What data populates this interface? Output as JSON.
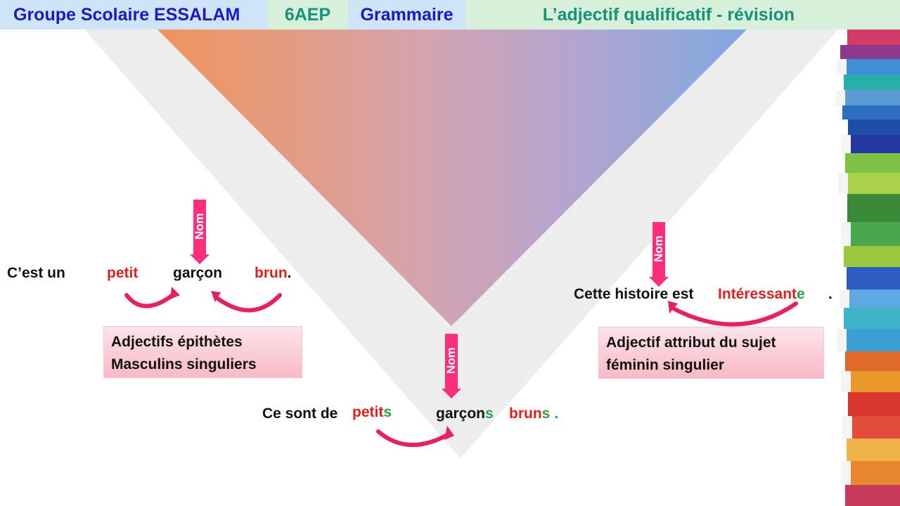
{
  "header": {
    "school": "Groupe Scolaire ESSALAM",
    "level": "6AEP",
    "subject": "Grammaire",
    "topic": "L’adjectif qualificatif - révision"
  },
  "nom_label": "Nom",
  "example1": {
    "intro": "C’est un",
    "adj1": "petit",
    "noun": "garçon",
    "adj2": "brun",
    "end": ".",
    "box_line1": "Adjectifs épithètes",
    "box_line2": "Masculins singuliers"
  },
  "example2": {
    "intro": "Ce sont de",
    "adj1_stem": "petit",
    "adj1_end": "s",
    "noun_stem": "garçon",
    "noun_end": "s",
    "adj2_stem": "brun",
    "adj2_end": "s",
    "end": "."
  },
  "example3": {
    "intro": "Cette histoire est",
    "adj_stem": "Intéressant",
    "adj_end": "e",
    "end": ".",
    "box_line1": "Adjectif attribut du sujet",
    "box_line2": "féminin singulier"
  },
  "colors": {
    "header_blue_bg": "#cfe5f7",
    "header_green_bg": "#d6f0d9",
    "header_blue_text": "#1a18c8",
    "header_green_text": "#17917b",
    "adjective_red": "#e0201e",
    "ending_green": "#2aa04a",
    "arrow_pink": "#ff2d7a",
    "triangle_orange": "#f0945a",
    "triangle_blue": "#7fa9e0"
  }
}
